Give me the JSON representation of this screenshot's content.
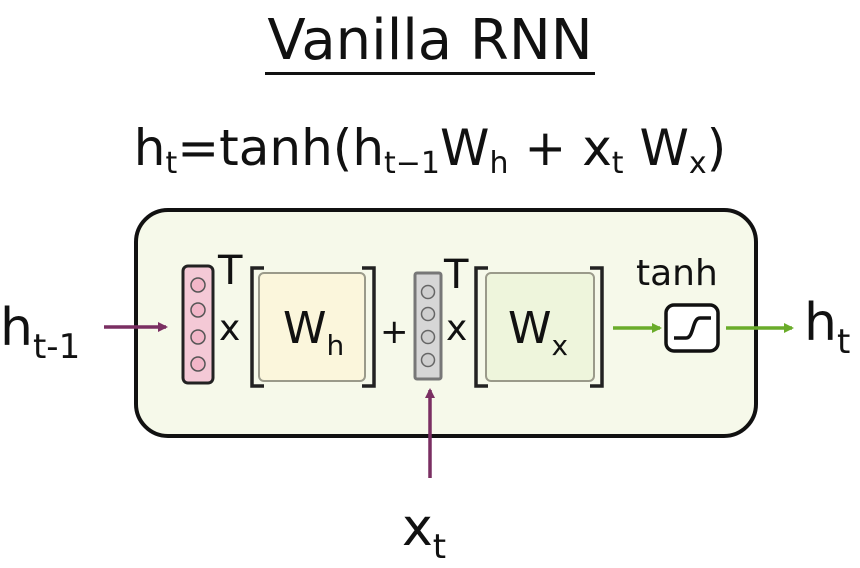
{
  "title": "Vanilla RNN",
  "equation": {
    "lhs_var": "h",
    "lhs_sub": "t",
    "eq_sign": "=",
    "func": "tanh(",
    "h_prev_var": "h",
    "h_prev_sub": "t−1",
    "wh_var": "W",
    "wh_sub": "h",
    "plus": "+",
    "x_var": "x",
    "x_sub": "t",
    "wx_var": "W",
    "wx_sub": "x",
    "close": ")"
  },
  "diagram": {
    "input_h": {
      "var": "h",
      "sub": "t-1"
    },
    "input_x": {
      "var": "x",
      "sub": "t"
    },
    "output_h": {
      "var": "h",
      "sub": "t"
    },
    "transpose_mark": "T",
    "times_mark": "x",
    "plus_mark": "+",
    "matrix_h": {
      "var": "W",
      "sub": "h"
    },
    "matrix_x": {
      "var": "W",
      "sub": "x"
    },
    "activation_label": "tanh"
  },
  "colors": {
    "hidden_vector_fill": "#f4c9d6",
    "input_vector_fill": "#d6d6d6",
    "cell_fill": "#f6f9ea",
    "matrix_h_fill": "#fbf6dc",
    "matrix_x_fill": "#eef5dc",
    "input_arrow": "#7a2f62",
    "output_arrow": "#6aac2a"
  }
}
